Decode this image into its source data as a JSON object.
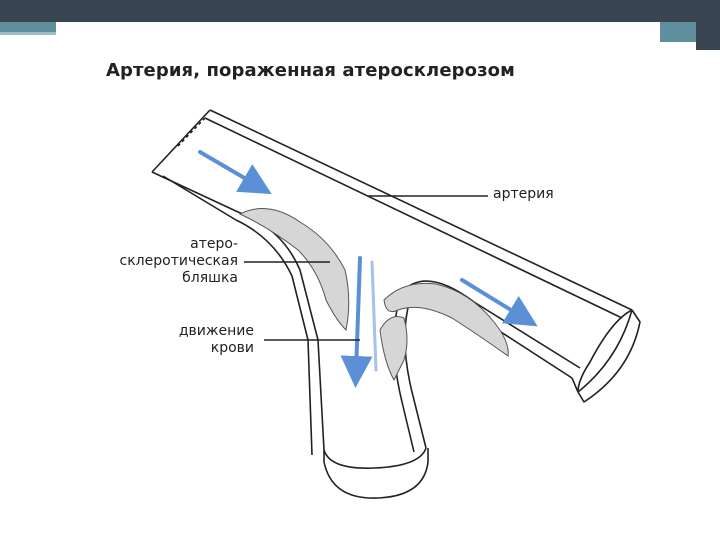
{
  "slide": {
    "title": "Артерия, пораженная атеросклерозом",
    "colors": {
      "topbar": "#3a4552",
      "accent": "#5f8f9c",
      "flow_arrow": "#5b8fd6",
      "plaque": "#cfcfcf"
    }
  },
  "labels": {
    "artery": "артерия",
    "plaque_line1": "атеро-",
    "plaque_line2": "склеротическая",
    "plaque_line3": "бляшка",
    "flow_line1": "движение",
    "flow_line2": "крови"
  }
}
